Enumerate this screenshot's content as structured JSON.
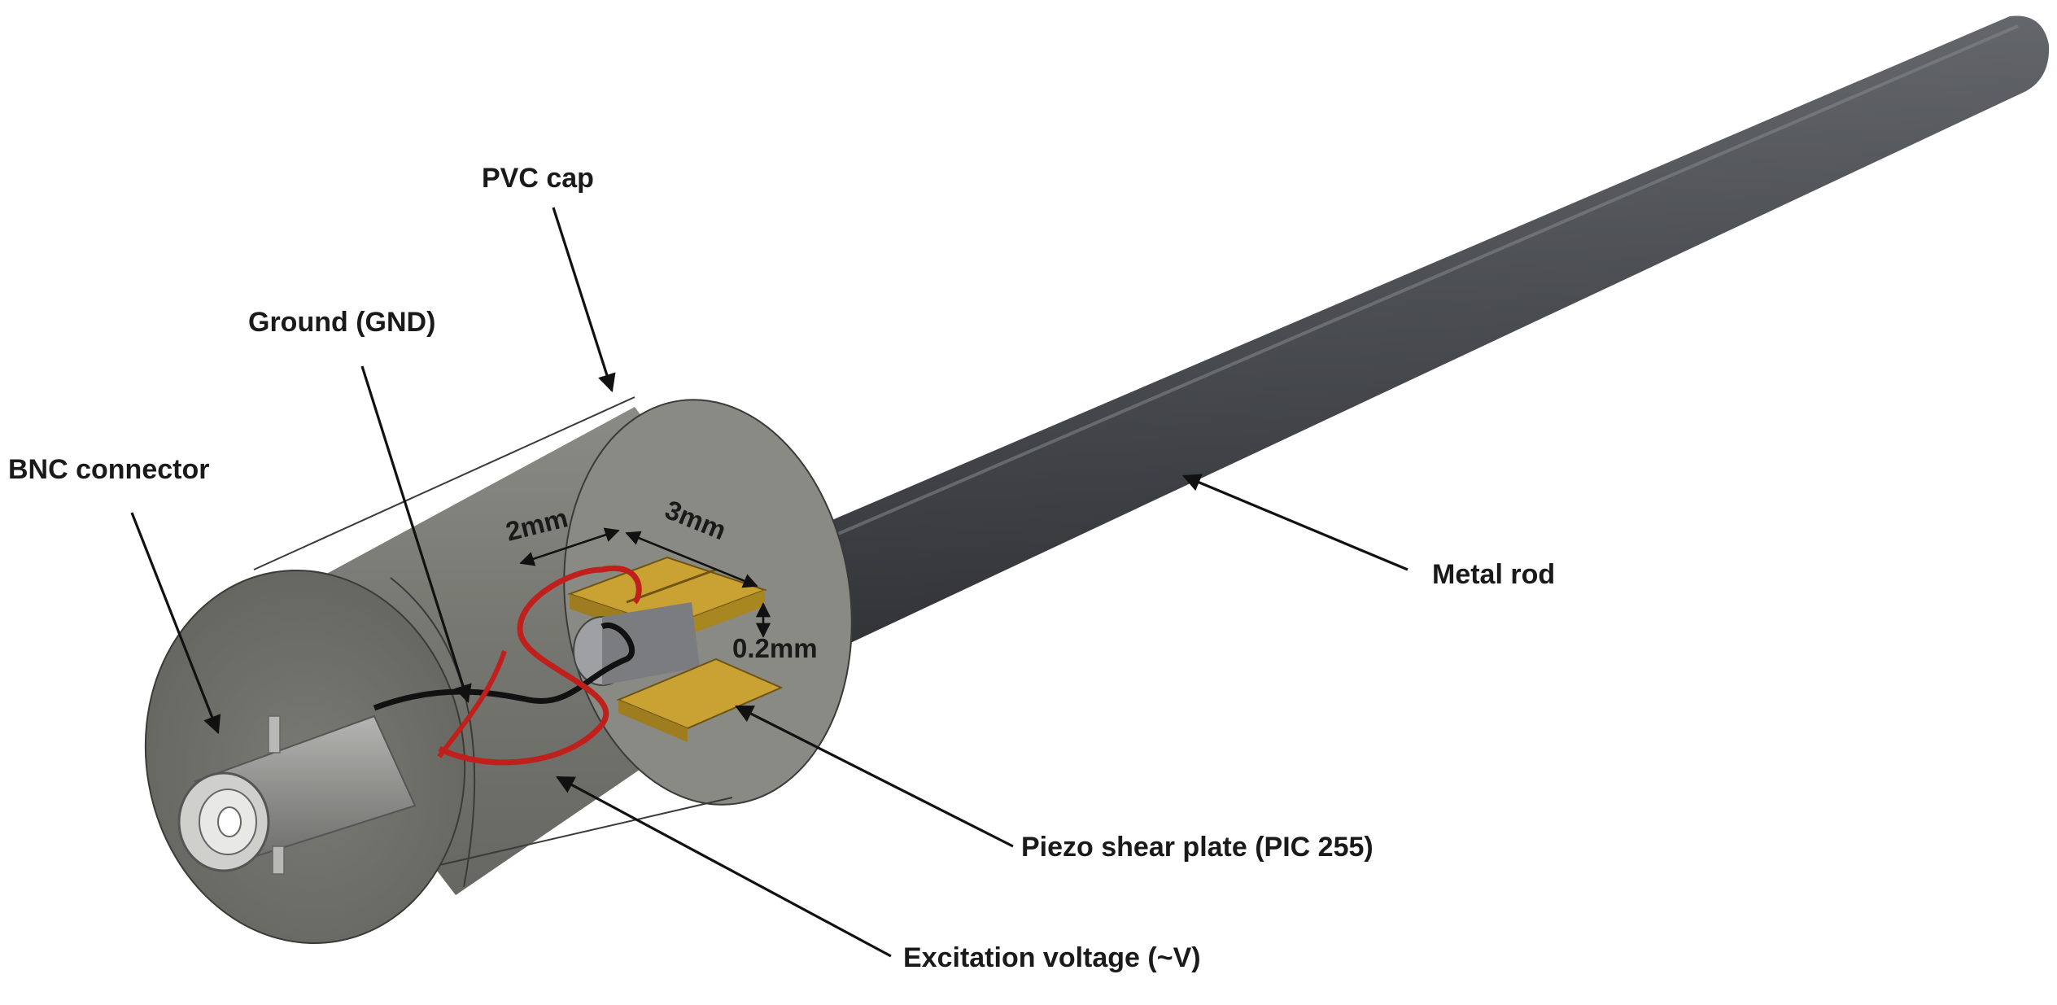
{
  "labels": {
    "pvc_cap": "PVC cap",
    "ground": "Ground (GND)",
    "bnc_connector": "BNC connector",
    "metal_rod": "Metal rod",
    "piezo_plate": "Piezo shear plate (PIC 255)",
    "excitation_voltage": "Excitation voltage (~V)"
  },
  "dimensions": {
    "width": "2mm",
    "length": "3mm",
    "thickness": "0.2mm"
  },
  "colors": {
    "cap_body": "#6f6f6a",
    "metal_rod": "#4f5257",
    "piezo_plate": "#c9a233",
    "ground_wire": "#111111",
    "signal_wire": "#c0201c",
    "connector": "#9a9a98"
  }
}
